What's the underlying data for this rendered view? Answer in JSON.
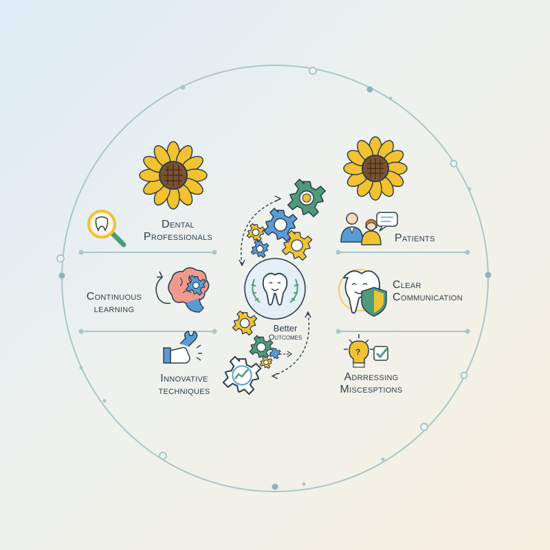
{
  "left": {
    "dental_line1": "Dental",
    "dental_line2": "Professionals",
    "learning_line1": "Continuous",
    "learning_line2": "learning",
    "innov_line1": "Innovative",
    "innov_line2": "techniques"
  },
  "right": {
    "patients": "Patients",
    "clear_line1": "Clear",
    "clear_line2": "Communication",
    "addr_line1": "Adrressing",
    "addr_line2": "Miscesptions"
  },
  "center": {
    "line1": "Better",
    "line2": "Outcomes"
  },
  "colors": {
    "ring": "#a9c6c9",
    "sunflower_petal": "#f2c230",
    "sunflower_center": "#7a5230",
    "gear_blue": "#5b9bd5",
    "gear_green": "#4f9a7a",
    "gear_yellow": "#f1c232",
    "line_dark": "#2a3d4a",
    "divider": "#a9c6c9"
  },
  "icons": [
    "sunflower-icon",
    "magnifier-tooth-icon",
    "brain-gear-icon",
    "hand-wrench-icon",
    "gear-chart-icon",
    "people-chat-icon",
    "tooth-shield-icon",
    "bulb-question-icon",
    "checkbox-icon",
    "tooth-wreath-icon",
    "gear-icon"
  ]
}
